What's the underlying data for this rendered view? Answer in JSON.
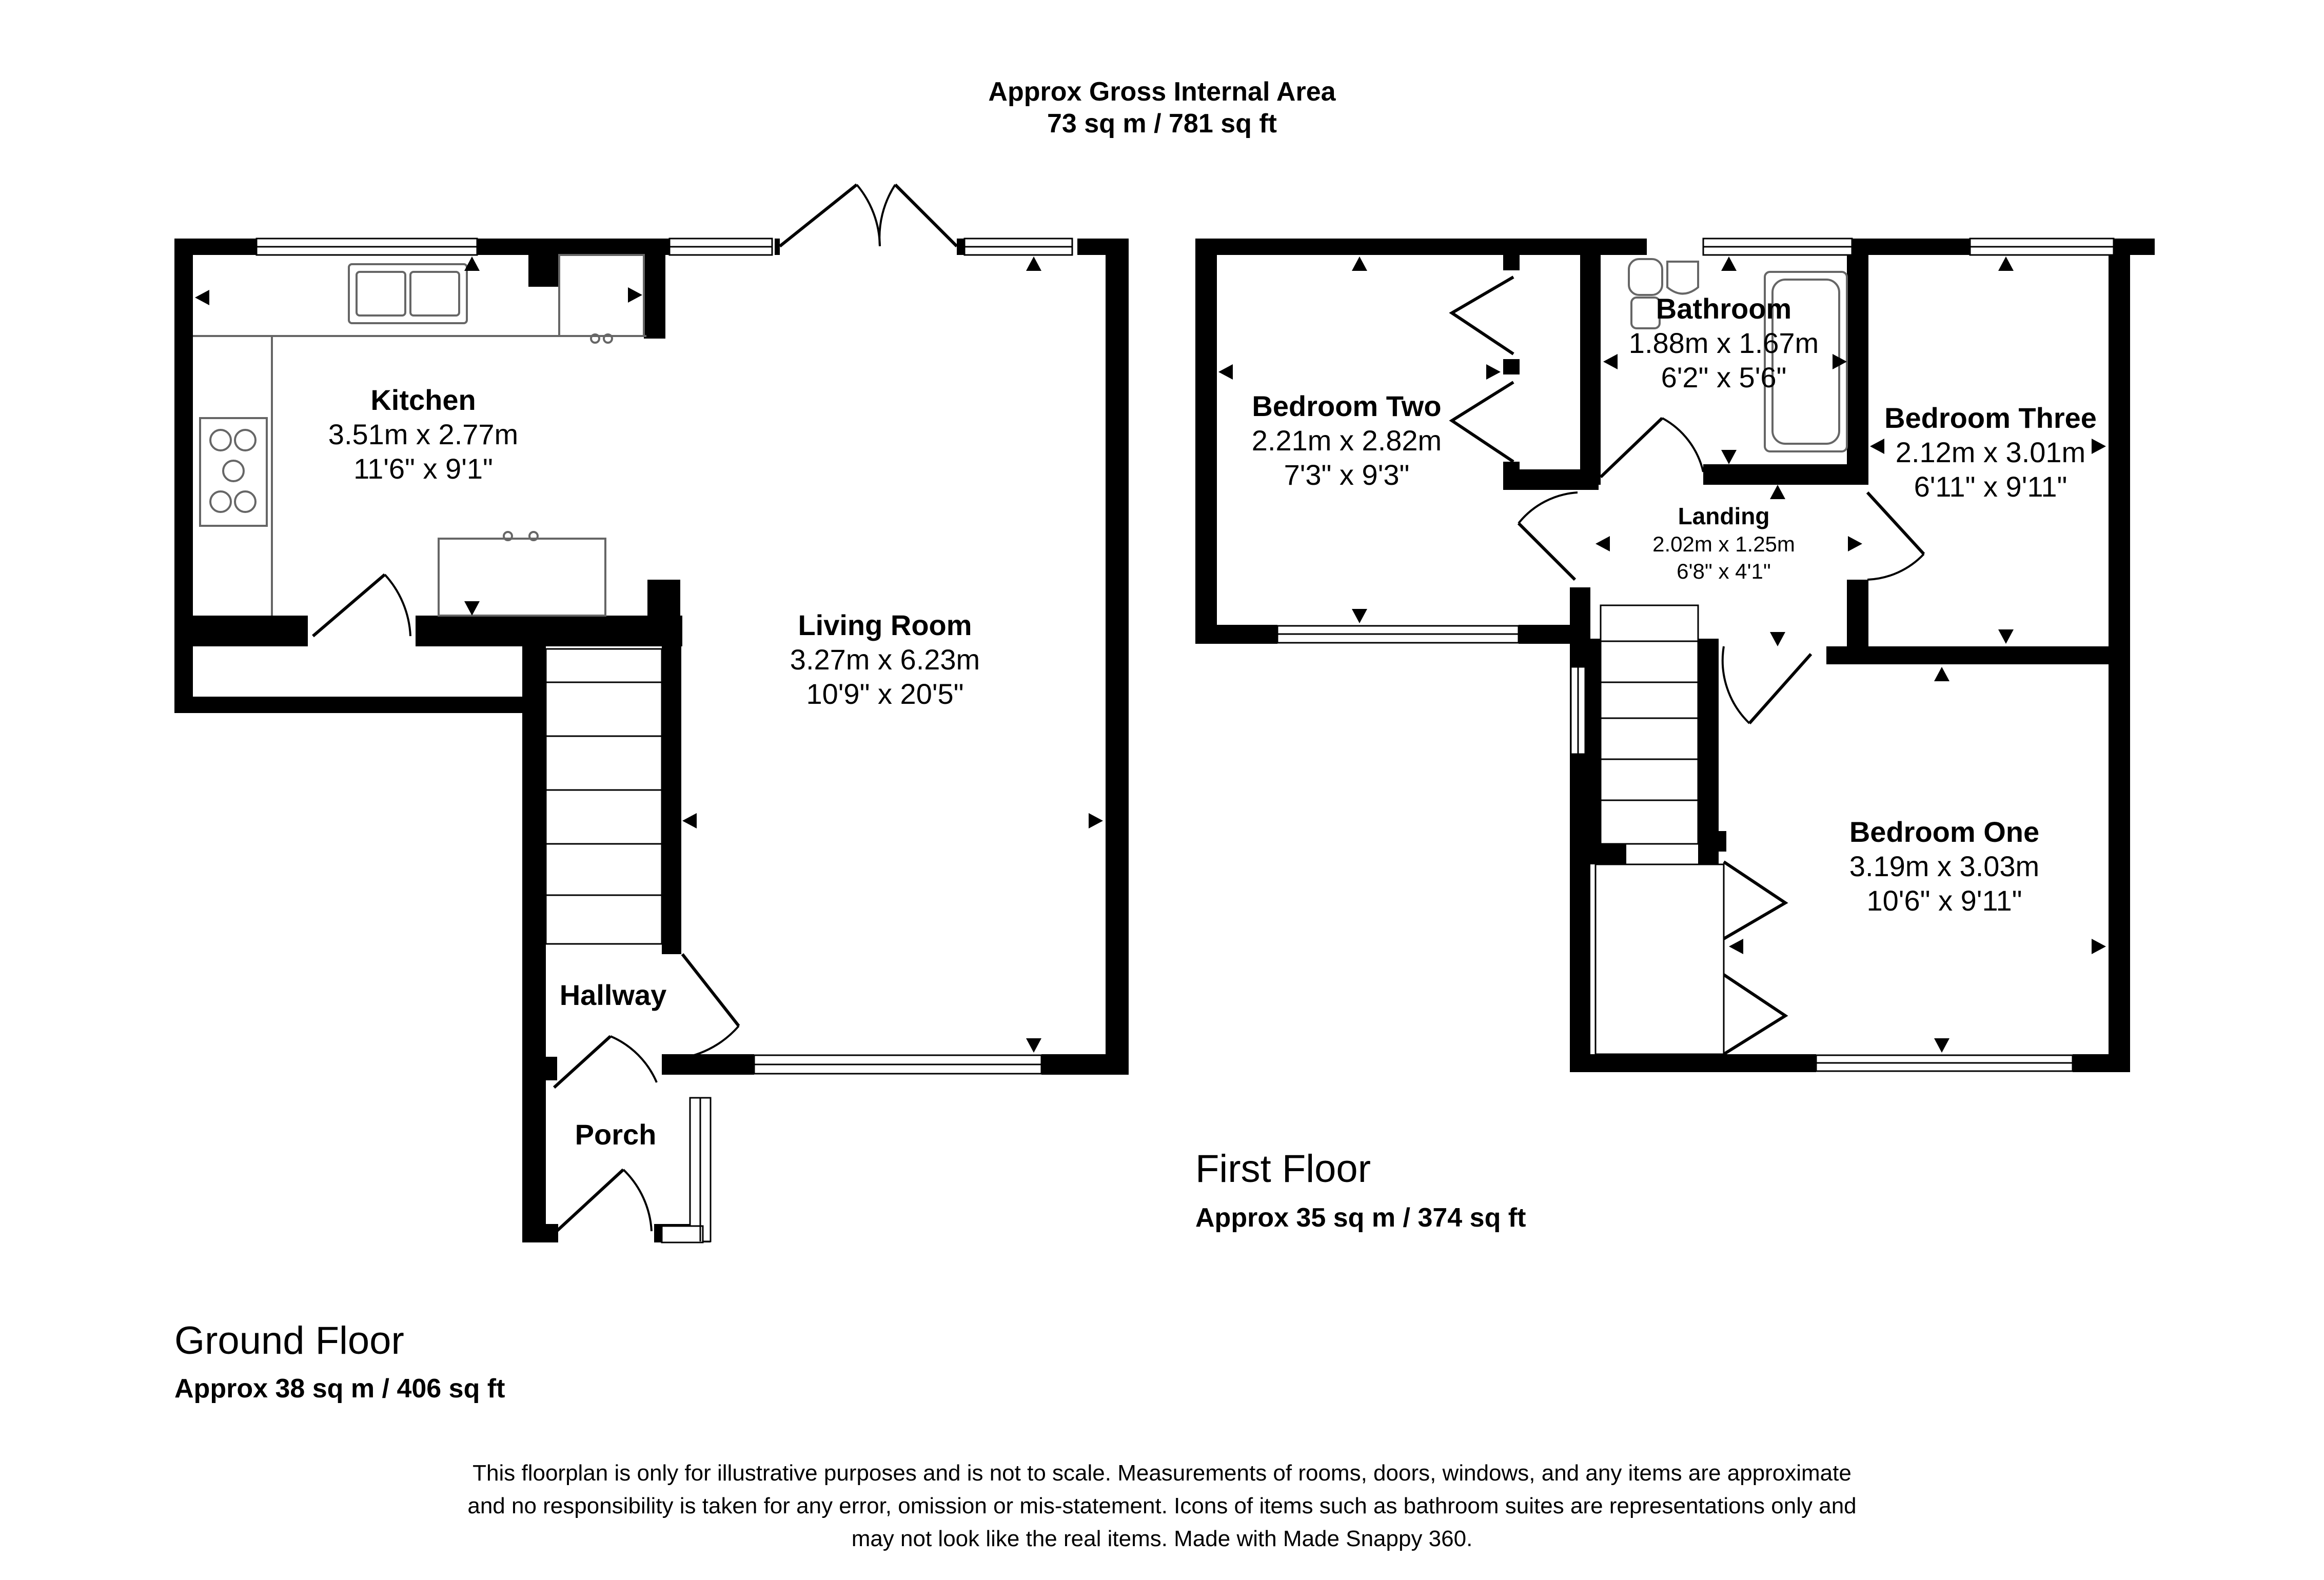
{
  "header": {
    "title": "Approx Gross Internal Area",
    "total_area": "73 sq m / 781 sq ft"
  },
  "ground_floor": {
    "label": "Ground Floor",
    "area": "Approx 38 sq m / 406 sq ft",
    "rooms": {
      "kitchen": {
        "name": "Kitchen",
        "metric": "3.51m x 2.77m",
        "imperial": "11'6\" x 9'1\""
      },
      "living_room": {
        "name": "Living Room",
        "metric": "3.27m x 6.23m",
        "imperial": "10'9\" x 20'5\""
      },
      "hallway": {
        "name": "Hallway"
      },
      "porch": {
        "name": "Porch"
      }
    }
  },
  "first_floor": {
    "label": "First Floor",
    "area": "Approx 35 sq m / 374 sq ft",
    "rooms": {
      "bedroom_two": {
        "name": "Bedroom Two",
        "metric": "2.21m x 2.82m",
        "imperial": "7'3\" x 9'3\""
      },
      "bathroom": {
        "name": "Bathroom",
        "metric": "1.88m x 1.67m",
        "imperial": "6'2\" x 5'6\""
      },
      "bedroom_three": {
        "name": "Bedroom Three",
        "metric": "2.12m x 3.01m",
        "imperial": "6'11\" x 9'11\""
      },
      "landing": {
        "name": "Landing",
        "metric": "2.02m x 1.25m",
        "imperial": "6'8\" x 4'1\""
      },
      "bedroom_one": {
        "name": "Bedroom One",
        "metric": "3.19m x 3.03m",
        "imperial": "10'6\" x 9'11\""
      }
    }
  },
  "disclaimer": {
    "line1": "This floorplan is only for illustrative purposes and is not to scale. Measurements of rooms, doors, windows, and any items are approximate",
    "line2": "and no responsibility is taken for any error, omission or mis-statement. Icons of items such as bathroom suites are representations only and",
    "line3": "may not look like the real items. Made with Made Snappy 360."
  },
  "colors": {
    "wall": "#000000",
    "background": "#ffffff",
    "fixture": "#666666"
  }
}
